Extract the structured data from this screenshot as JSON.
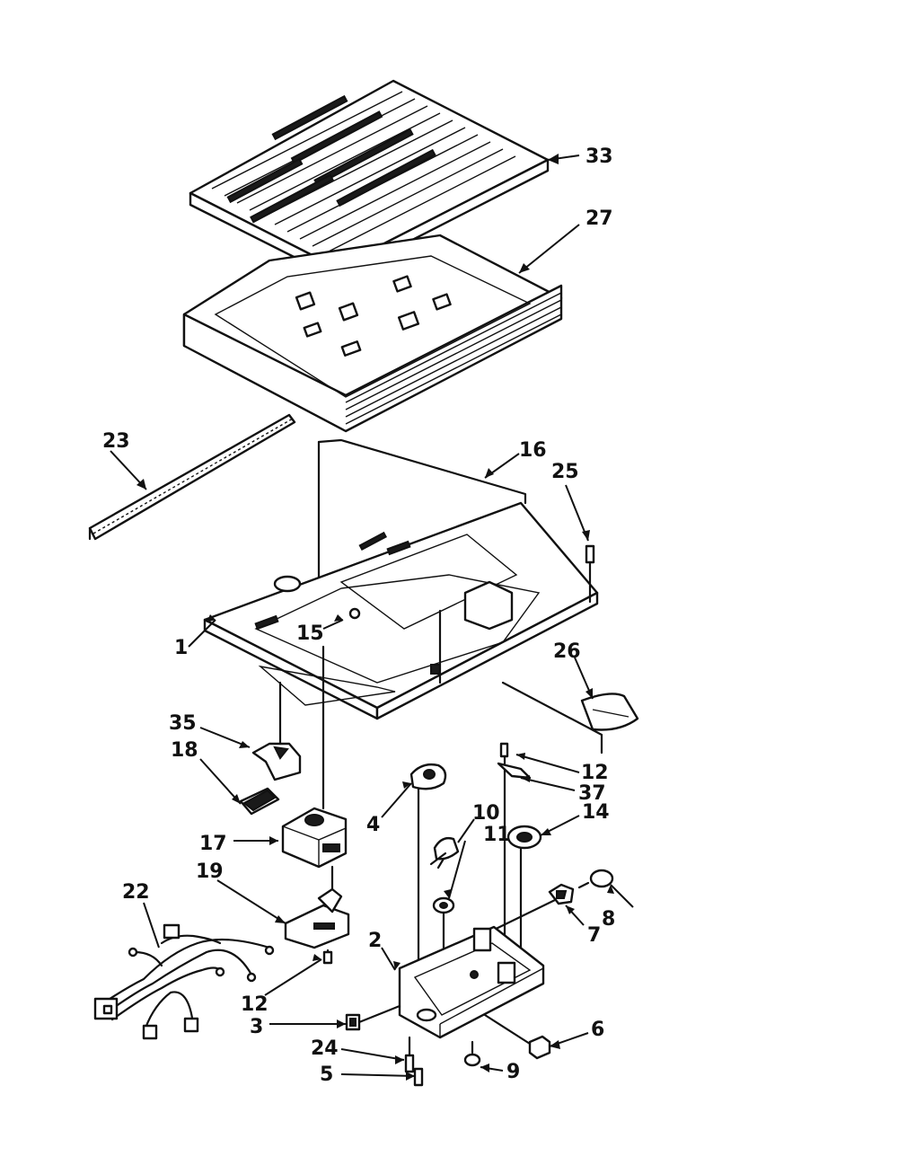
{
  "callouts": [
    {
      "id": "33",
      "label": "33"
    },
    {
      "id": "27",
      "label": "27"
    },
    {
      "id": "23",
      "label": "23"
    },
    {
      "id": "16",
      "label": "16"
    },
    {
      "id": "25",
      "label": "25"
    },
    {
      "id": "15",
      "label": "15"
    },
    {
      "id": "1",
      "label": "1"
    },
    {
      "id": "26",
      "label": "26"
    },
    {
      "id": "35",
      "label": "35"
    },
    {
      "id": "18",
      "label": "18"
    },
    {
      "id": "12a",
      "label": "12"
    },
    {
      "id": "37",
      "label": "37"
    },
    {
      "id": "4",
      "label": "4"
    },
    {
      "id": "10",
      "label": "10"
    },
    {
      "id": "11",
      "label": "11"
    },
    {
      "id": "14",
      "label": "14"
    },
    {
      "id": "17",
      "label": "17"
    },
    {
      "id": "19",
      "label": "19"
    },
    {
      "id": "22",
      "label": "22"
    },
    {
      "id": "8",
      "label": "8"
    },
    {
      "id": "7",
      "label": "7"
    },
    {
      "id": "2",
      "label": "2"
    },
    {
      "id": "12b",
      "label": "12"
    },
    {
      "id": "3",
      "label": "3"
    },
    {
      "id": "6",
      "label": "6"
    },
    {
      "id": "24",
      "label": "24"
    },
    {
      "id": "9",
      "label": "9"
    },
    {
      "id": "5",
      "label": "5"
    }
  ]
}
